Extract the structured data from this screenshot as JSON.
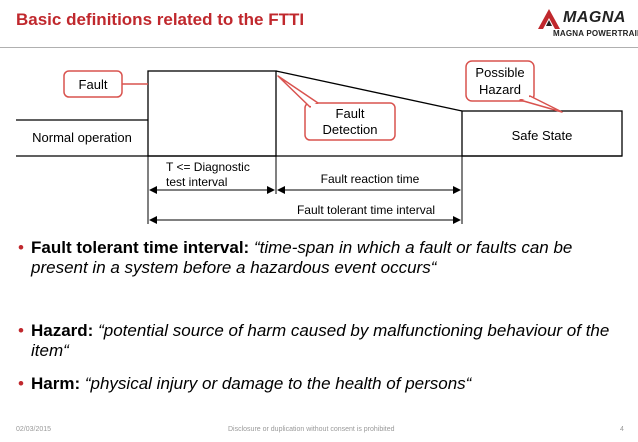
{
  "title": "Basic definitions related to the FTTI",
  "logo": {
    "name": "MAGNA",
    "subtitle": "MAGNA POWERTRAIN"
  },
  "diagram": {
    "stages": {
      "normal": "Normal operation",
      "safe": "Safe State"
    },
    "callouts": {
      "fault": "Fault",
      "detection_line1": "Fault",
      "detection_line2": "Detection",
      "hazard_line1": "Possible",
      "hazard_line2": "Hazard"
    },
    "intervals": {
      "diagnostic_line1": "T <= Diagnostic",
      "diagnostic_line2": "test interval",
      "reaction": "Fault reaction time",
      "ftti": "Fault tolerant time interval"
    }
  },
  "bullets": [
    {
      "term": "Fault tolerant time interval:",
      "definition": "“time-span in which a fault or faults can be present in a system before a hazardous event occurs“"
    },
    {
      "term": "Hazard:",
      "definition": "“potential source of harm caused by malfunctioning behaviour of the item“"
    },
    {
      "term": "Harm:",
      "definition": "“physical injury or damage to the health of persons“"
    }
  ],
  "footer": {
    "date": "02/03/2015",
    "notice": "Disclosure or duplication without consent is prohibited",
    "page": "4"
  },
  "colors": {
    "accent": "#c0282d",
    "callout_border": "#d9534f"
  }
}
